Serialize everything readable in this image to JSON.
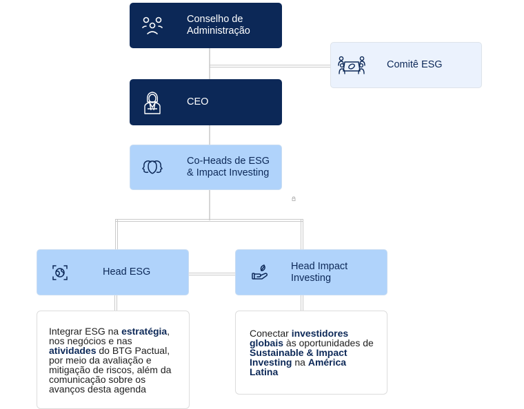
{
  "nodes": {
    "board": {
      "label_line1": "Conselho de",
      "label_line2": "Administração",
      "icon": "people-group-icon"
    },
    "committee": {
      "label": "Comitê ESG",
      "icon": "meeting-table-leaf-icon"
    },
    "ceo": {
      "label": "CEO",
      "icon": "executive-woman-icon"
    },
    "coheads": {
      "label_line1": "Co-Heads de ESG",
      "label_line2": "& Impact Investing",
      "icon": "two-heads-profile-icon"
    },
    "head_esg": {
      "label": "Head ESG",
      "icon": "globe-scan-icon"
    },
    "head_impact": {
      "label_line1": "Head Impact",
      "label_line2": "Investing",
      "icon": "hand-leaf-icon"
    }
  },
  "descriptions": {
    "head_esg": {
      "parts": [
        {
          "t": "Integrar ESG na ",
          "b": false
        },
        {
          "t": "estratégia",
          "b": true
        },
        {
          "t": ", nos negócios e nas ",
          "b": false
        },
        {
          "t": "atividades",
          "b": true
        },
        {
          "t": " do BTG Pactual, por meio da avaliação e mitigação de riscos, além da comunicação sobre os avanços desta agenda",
          "b": false
        }
      ]
    },
    "head_impact": {
      "parts": [
        {
          "t": "Conectar ",
          "b": false
        },
        {
          "t": "investidores globais",
          "b": true
        },
        {
          "t": " às oportunidades de ",
          "b": false
        },
        {
          "t": "Sustainable & Impact Investing",
          "b": true
        },
        {
          "t": " na ",
          "b": false
        },
        {
          "t": "América Latina",
          "b": true
        }
      ]
    }
  },
  "colors": {
    "dark_navy": "#0c2857",
    "light_blue": "#b0d3fb",
    "pale_blue": "#ebf2fd",
    "connector": "#d6d6d6"
  }
}
